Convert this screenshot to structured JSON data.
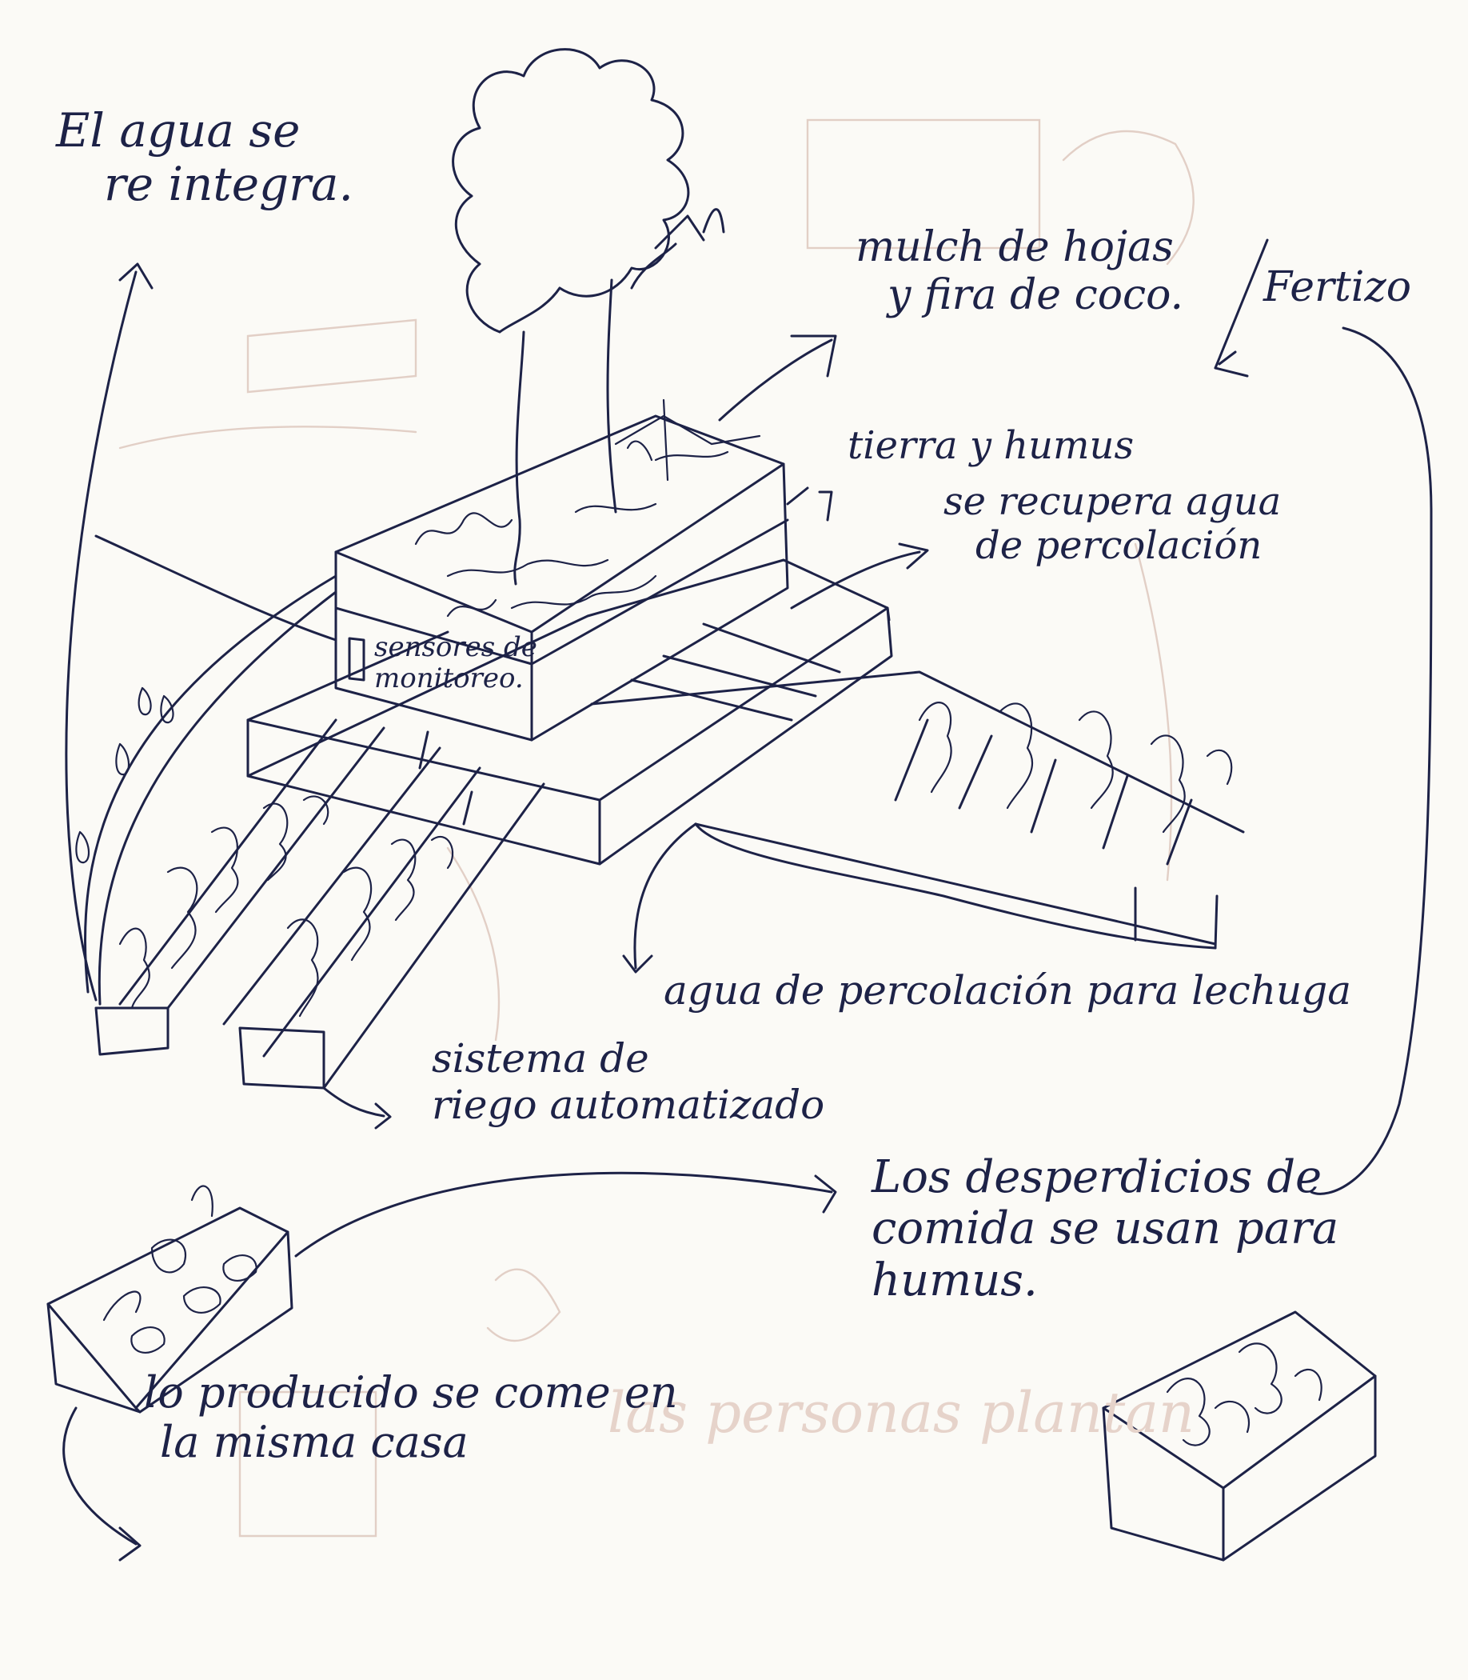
{
  "labels": {
    "water_reintegrated": [
      "El agua se",
      "re integra."
    ],
    "mulch": [
      "mulch de hojas",
      "y fira de coco."
    ],
    "fertilizer": "Fertizo",
    "soil_humus": "tierra y humus",
    "percolation_recovery": [
      "se recupera agua",
      "de percolación"
    ],
    "sensors": [
      "sensores de",
      "monitoreo."
    ],
    "percolation_lettuce": "agua de percolación para lechuga",
    "irrigation": [
      "sistema de",
      "riego automatizado"
    ],
    "food_waste": [
      "Los desperdicios de",
      "comida se usan para",
      "humus."
    ],
    "produce": [
      "lo producido se come en",
      "la misma casa"
    ]
  },
  "ghost_text": [
    "las personas plantan"
  ],
  "colors": {
    "ink": "#1d2247",
    "paper": "#fbfaf6",
    "ghost": "#e2cfc6"
  }
}
